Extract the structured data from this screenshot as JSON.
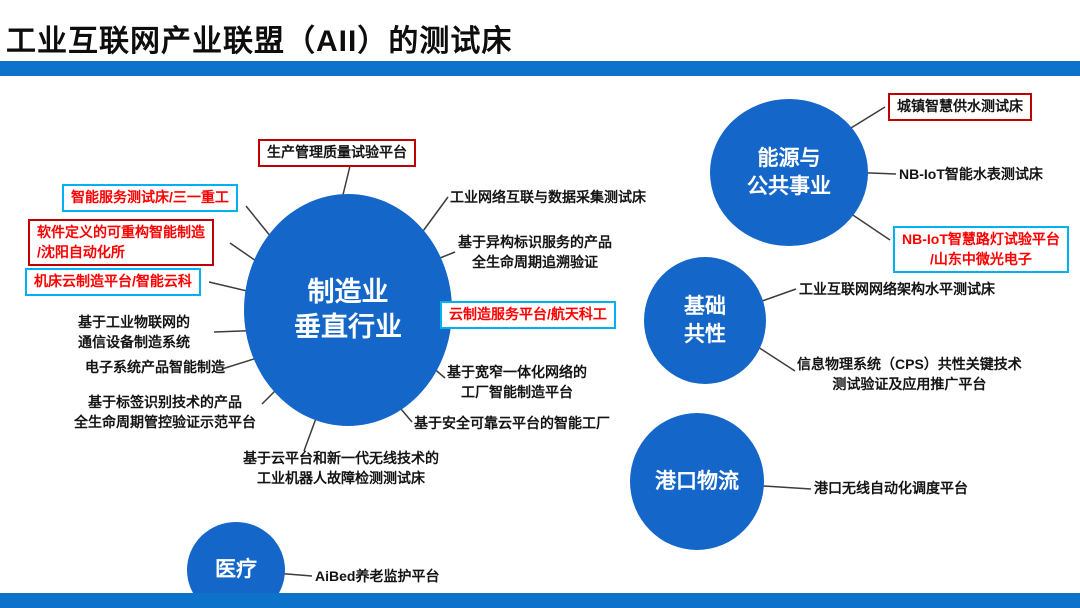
{
  "header": {
    "title": "工业互联网产业联盟（AII）的测试床"
  },
  "colors": {
    "node_blue": "#1566c9",
    "accent_bar_blue": "#0d72c9",
    "red_border": "#c00000",
    "cyan_border": "#00b0f0",
    "red_text": "#fe0000"
  },
  "groups": [
    {
      "id": "manufacturing-vertical-industry",
      "node_label": "制造业\n垂直行业",
      "items": [
        {
          "text": "生产管理质量试验平台",
          "emphasis": "red-box"
        },
        {
          "text": "智能服务测试床/三一重工",
          "emphasis": "cyan-box-red-text"
        },
        {
          "text": "软件定义的可重构智能制造\n/沈阳自动化所",
          "emphasis": "red-box-red-text"
        },
        {
          "text": "机床云制造平台/智能云科",
          "emphasis": "cyan-box-red-text"
        },
        {
          "text": "基于工业物联网的\n通信设备制造系统",
          "emphasis": "none"
        },
        {
          "text": "电子系统产品智能制造",
          "emphasis": "none"
        },
        {
          "text": "基于标签识别技术的产品\n全生命周期管控验证示范平台",
          "emphasis": "none"
        },
        {
          "text": "基于云平台和新一代无线技术的\n工业机器人故障检测测试床",
          "emphasis": "none"
        },
        {
          "text": "工业网络互联与数据采集测试床",
          "emphasis": "none"
        },
        {
          "text": "基于异构标识服务的产品\n全生命周期追溯验证",
          "emphasis": "none"
        },
        {
          "text": "云制造服务平台/航天科工",
          "emphasis": "cyan-box-red-text"
        },
        {
          "text": "基于宽窄一体化网络的\n工厂智能制造平台",
          "emphasis": "none"
        },
        {
          "text": "基于安全可靠云平台的智能工厂",
          "emphasis": "none"
        }
      ]
    },
    {
      "id": "energy-public-utilities",
      "node_label": "能源与\n公共事业",
      "items": [
        {
          "text": "城镇智慧供水测试床",
          "emphasis": "red-box"
        },
        {
          "text": "NB-IoT智能水表测试床",
          "emphasis": "none"
        },
        {
          "text": "NB-IoT智慧路灯试验平台\n/山东中微光电子",
          "emphasis": "cyan-box-red-text"
        }
      ]
    },
    {
      "id": "basic-commonality",
      "node_label": "基础\n共性",
      "items": [
        {
          "text": "工业互联网网络架构水平测试床",
          "emphasis": "none"
        },
        {
          "text": "信息物理系统（CPS）共性关键技术\n测试验证及应用推广平台",
          "emphasis": "none"
        }
      ]
    },
    {
      "id": "port-logistics",
      "node_label": "港口物流",
      "items": [
        {
          "text": "港口无线自动化调度平台",
          "emphasis": "none"
        }
      ]
    },
    {
      "id": "medical",
      "node_label": "医疗",
      "items": [
        {
          "text": "AiBed养老监护平台",
          "emphasis": "none"
        }
      ]
    }
  ]
}
